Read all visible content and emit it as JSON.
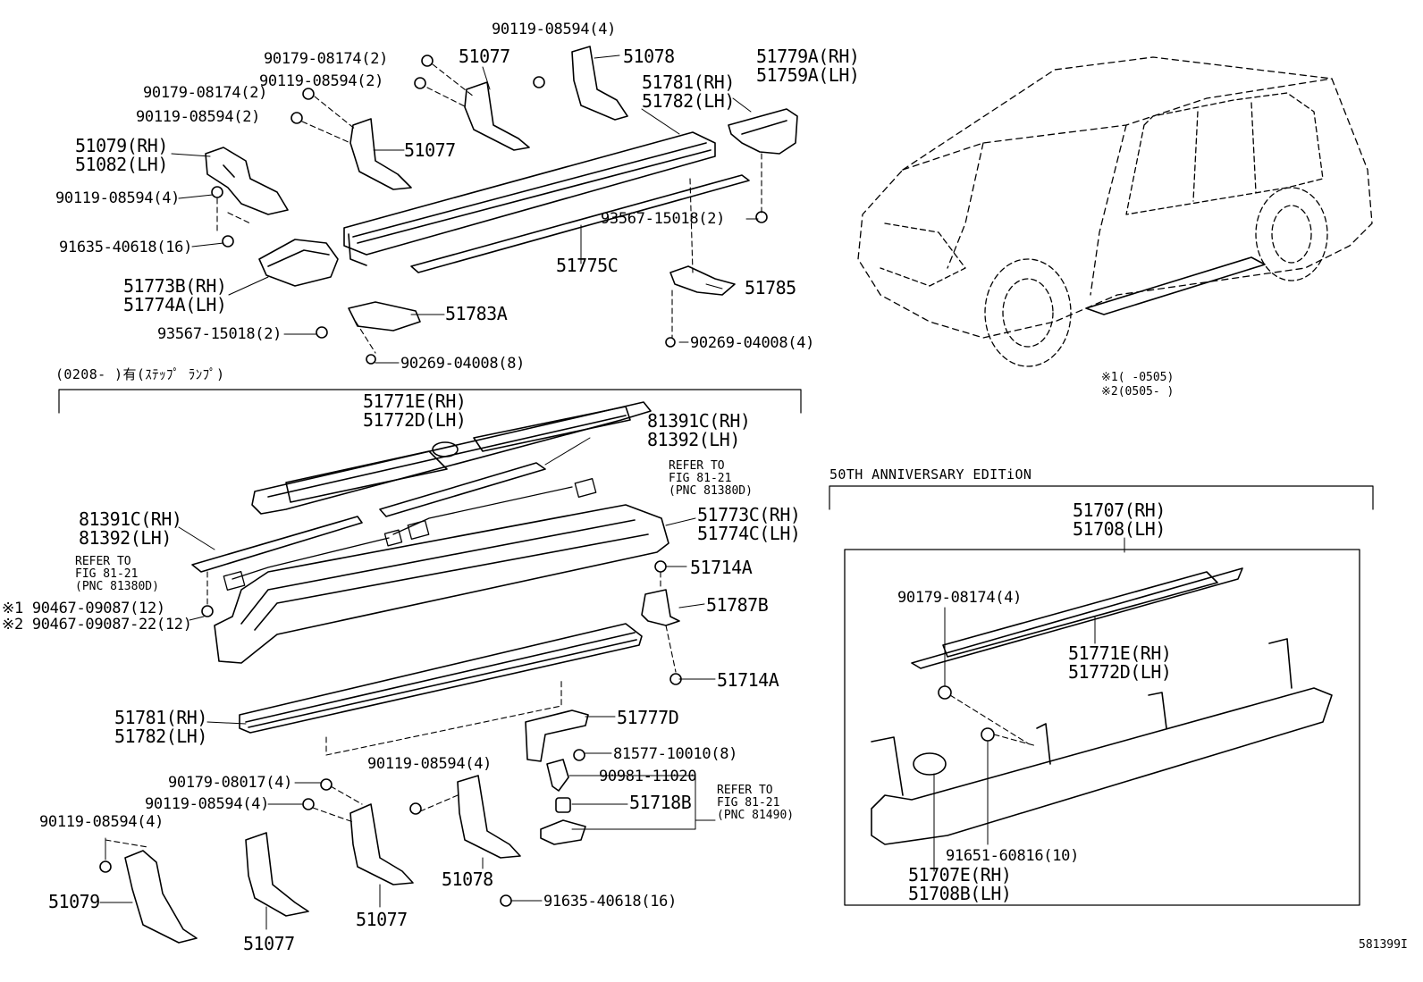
{
  "diagram_code": "581399I",
  "section_option": "(0208-      )有(ｽﾃｯﾌﾟ ﾗﾝﾌﾟ)",
  "section_anniversary": "50TH ANNIVERSARY EDITiON",
  "notes": [
    "※1(     -0505)",
    "※2(0505-     )"
  ],
  "labels": {
    "p_90119_top": "90119-08594(4)",
    "p_90179_a": "90179-08174(2)",
    "p_51077_a": "51077",
    "p_51078_a": "51078",
    "p_51779a": [
      "51779A(RH)",
      "51759A(LH)"
    ],
    "p_90119_b": "90119-08594(2)",
    "p_90179_b": "90179-08174(2)",
    "p_51781_a": [
      "51781(RH)",
      "51782(LH)"
    ],
    "p_90119_c": "90119-08594(2)",
    "p_51079_a": [
      "51079(RH)",
      "51082(LH)"
    ],
    "p_51077_b": "51077",
    "p_90119_d": "90119-08594(4)",
    "p_91635_a": "91635-40618(16)",
    "p_93567_a": "93567-15018(2)",
    "p_51775c": "51775C",
    "p_51773b": [
      "51773B(RH)",
      "51774A(LH)"
    ],
    "p_51785": "51785",
    "p_51783a": "51783A",
    "p_93567_b": "93567-15018(2)",
    "p_90269_a": "90269-04008(4)",
    "p_90269_b": "90269-04008(8)",
    "p_51771e_a": [
      "51771E(RH)",
      "51772D(LH)"
    ],
    "p_81391c_a": [
      "81391C(RH)",
      "81392(LH)"
    ],
    "p_refer_a": [
      "REFER TO",
      "FIG 81-21",
      "(PNC 81380D)"
    ],
    "p_81391c_b": [
      "81391C(RH)",
      "81392(LH)"
    ],
    "p_51773c": [
      "51773C(RH)",
      "51774C(LH)"
    ],
    "p_refer_b": [
      "REFER TO",
      "FIG 81-21",
      "(PNC 81380D)"
    ],
    "p_51714a_a": "51714A",
    "p_90467": [
      "※1 90467-09087(12)",
      "※2 90467-09087-22(12)"
    ],
    "p_51787b": "51787B",
    "p_51714a_b": "51714A",
    "p_51781_b": [
      "51781(RH)",
      "51782(LH)"
    ],
    "p_51777d": "51777D",
    "p_81577": "81577-10010(8)",
    "p_90119_e": "90119-08594(4)",
    "p_90179_c": "90179-08017(4)",
    "p_90981": "90981-11020",
    "p_90119_f": "90119-08594(4)",
    "p_51718b": "51718B",
    "p_refer_c": [
      "REFER TO",
      "FIG 81-21",
      "(PNC 81490)"
    ],
    "p_90119_g": "90119-08594(4)",
    "p_51078_b": "51078",
    "p_51079_b": "51079",
    "p_51077_c": "51077",
    "p_51077_d": "51077",
    "p_91635_b": "91635-40618(16)",
    "p_51707": [
      "51707(RH)",
      "51708(LH)"
    ],
    "p_90179_d": "90179-08174(4)",
    "p_51771e_b": [
      "51771E(RH)",
      "51772D(LH)"
    ],
    "p_91651": "91651-60816(10)",
    "p_51707e": [
      "51707E(RH)",
      "51708B(LH)"
    ]
  }
}
